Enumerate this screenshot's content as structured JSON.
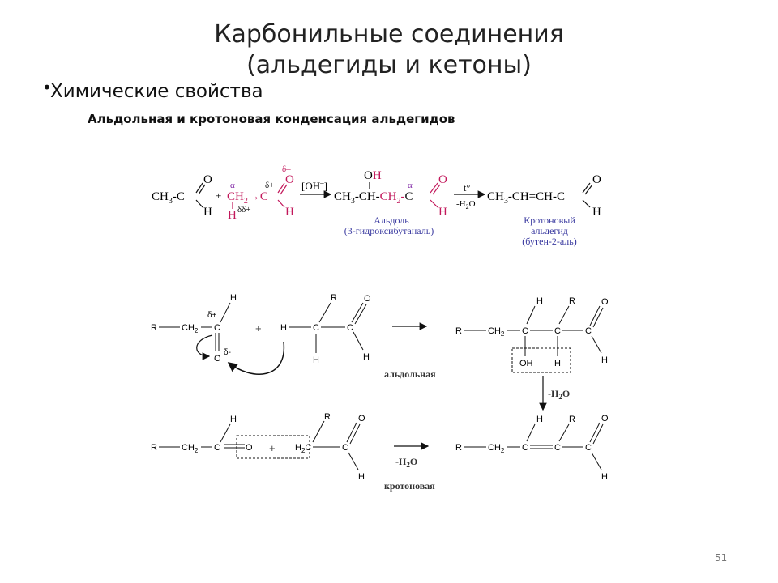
{
  "slide": {
    "title_line1": "Карбонильные соединения",
    "title_line2": "(альдегиды и кетоны)",
    "bullet": "Химические свойства",
    "subtitle": "Альдольная и кротоновая конденсация альдегидов",
    "page_number": "51"
  },
  "scheme": {
    "reactant1": {
      "ch3c": "CH3-C",
      "o": "O",
      "h": "H"
    },
    "plus": "+",
    "reactant2": {
      "alpha": "α",
      "ch2": "CH2",
      "arrow": "→C",
      "c_delta": "δ+",
      "o": "O",
      "o_delta": "δ–",
      "h_right": "H",
      "h_bottom": "H",
      "h_delta": "δδ+"
    },
    "catalyst": "[OH–]",
    "product1": {
      "formula": "CH3-CH-CH2-C",
      "oh": "OH",
      "alpha": "α",
      "o": "O",
      "h": "H",
      "name": "Альдоль",
      "systematic": "(3-гидроксибутаналь)"
    },
    "condition": {
      "top": "t°",
      "bottom": "-H2O"
    },
    "product2": {
      "formula": "CH3-CH=CH-C",
      "o": "O",
      "h": "H",
      "name1": "Кротоновый",
      "name2": "альдегид",
      "systematic": "(бутен-2-аль)"
    }
  },
  "mechanism": {
    "R": "R",
    "CH2": "CH2",
    "C": "C",
    "H": "H",
    "O": "O",
    "OH": "OH",
    "delta_plus": "δ+",
    "delta_minus": "δ-",
    "plus": "+",
    "aldol_label": "альдольная",
    "water_loss": "-H2O",
    "crotonic_label": "кротоновая",
    "H2C": "H2C"
  },
  "colors": {
    "magenta": "#c2185b",
    "purple": "#7b1fa2",
    "blue_name": "#3a3aa0",
    "black": "#111111"
  }
}
